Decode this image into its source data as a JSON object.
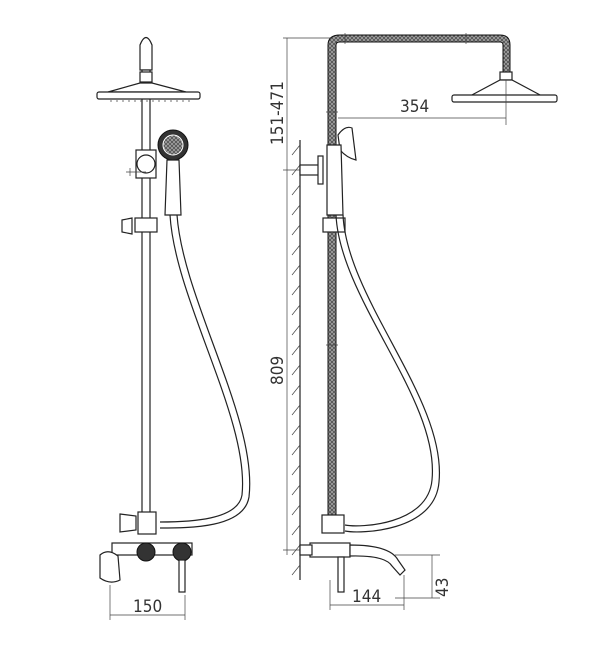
{
  "drawing": {
    "title": "Shower system technical drawing",
    "dimensions": {
      "arm_height_range": "151-471",
      "arm_reach": "354",
      "column_height": "809",
      "mixer_width": "150",
      "spout_length": "144",
      "spout_height": "43"
    },
    "colors": {
      "line": "#222222",
      "background": "#ffffff"
    }
  }
}
